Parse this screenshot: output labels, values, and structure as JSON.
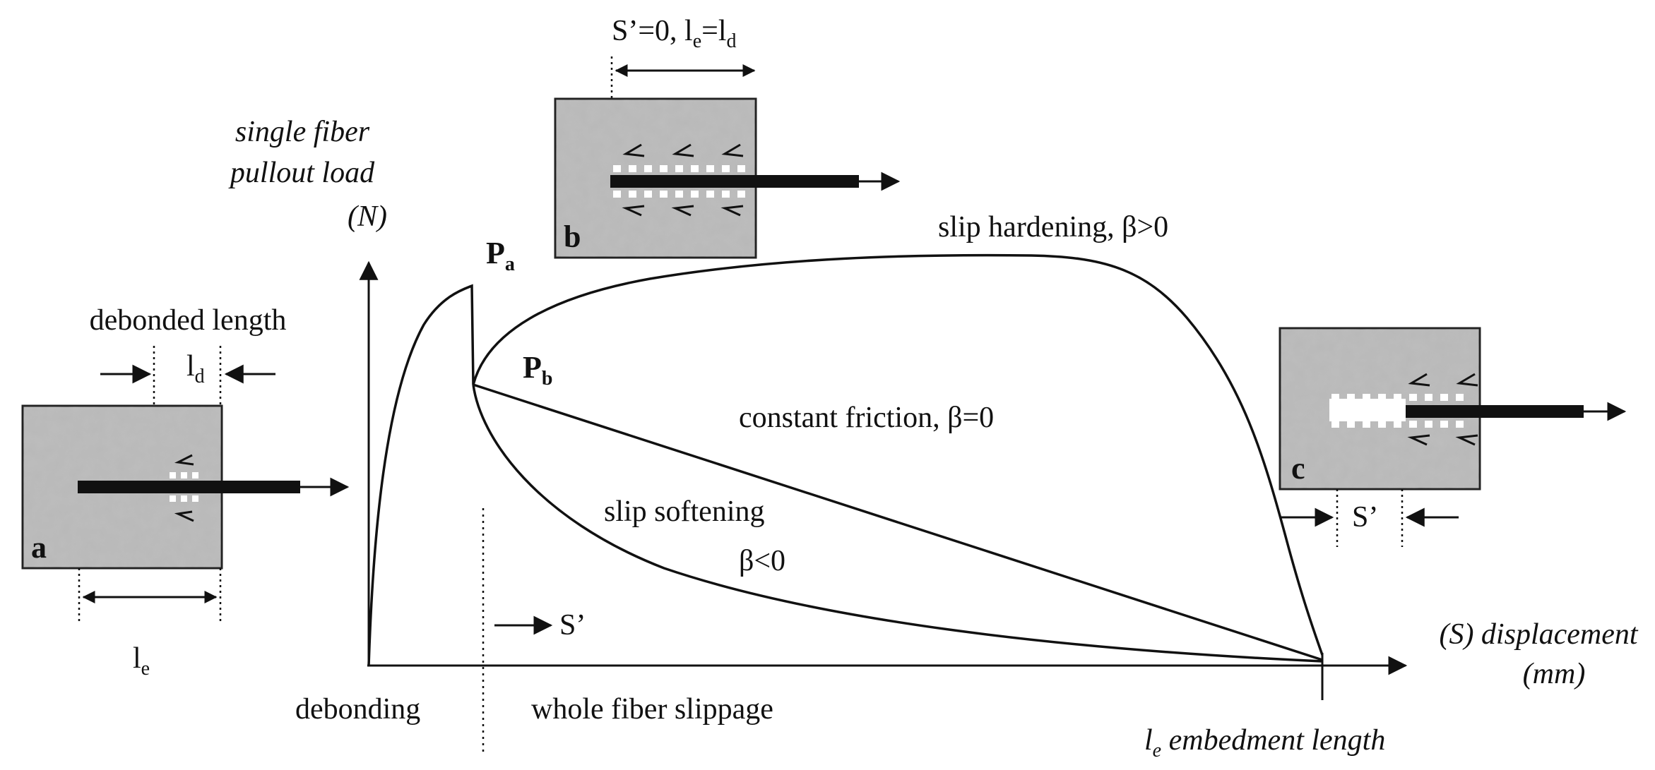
{
  "axes": {
    "y_label": [
      "single fiber",
      "pullout load",
      "(N)"
    ],
    "x_label": [
      "(S) displacement",
      "(mm)"
    ],
    "x_end_label_le": "l",
    "x_end_label_le_sub": "e",
    "x_end_label_rest": " embedment length"
  },
  "stages": {
    "debonding": "debonding",
    "slippage": "whole fiber slippage",
    "s_prime": "S’"
  },
  "points": {
    "pa": "P",
    "pa_sub": "a",
    "pb": "P",
    "pb_sub": "b"
  },
  "curves": {
    "hardening": "slip hardening, β>0",
    "constant": "constant  friction, β=0",
    "softening_1": "slip softening",
    "softening_2": "β<0"
  },
  "inset_a": {
    "letter": "a",
    "title": "debonded length",
    "ld": "l",
    "ld_sub": "d",
    "le": "l",
    "le_sub": "e"
  },
  "inset_b": {
    "letter": "b",
    "label_pre": "S’=0, l",
    "label_sub1": "e",
    "label_mid": "=l",
    "label_sub2": "d"
  },
  "inset_c": {
    "letter": "c",
    "s_prime": "S’"
  },
  "colors": {
    "ink": "#111111",
    "specimen_fill": "#b8b8b8",
    "specimen_edge": "#222222"
  }
}
